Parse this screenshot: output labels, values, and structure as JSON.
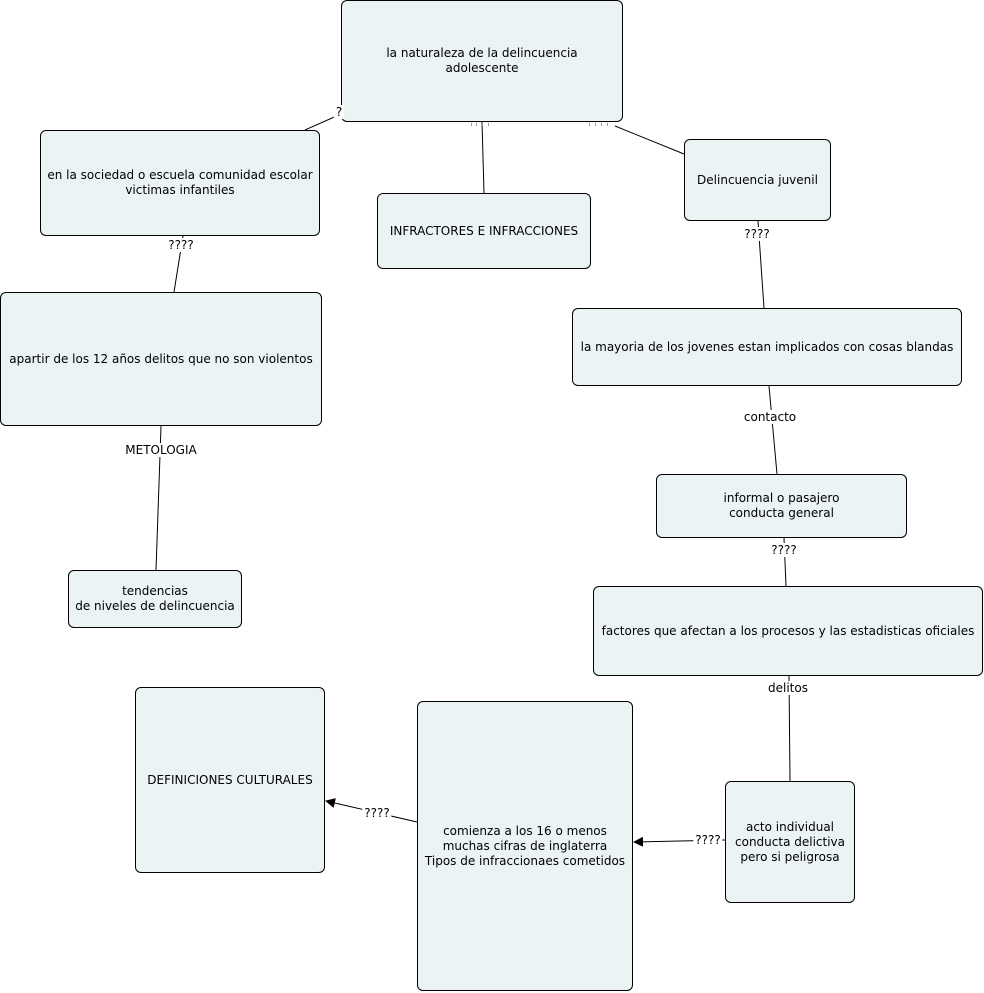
{
  "concept_map": {
    "nodes": {
      "root": "la naturaleza de la delincuencia adolescente",
      "society": "en la sociedad o escuela comunidad escolar\nvictimas infantiles",
      "infractores": "INFRACTORES E INFRACCIONES",
      "juvenil": "Delincuencia juvenil",
      "twelve_years": "apartir de los 12 años delitos que no son violentos",
      "mayoria": "la mayoria de los jovenes estan implicados con cosas blandas",
      "informal": "informal o pasajero\nconducta general",
      "tendencias": "tendencias\nde niveles de delincuencia",
      "factores": "factores que afectan a los procesos y las estadisticas oficiales",
      "definiciones": "DEFINICIONES CULTURALES",
      "comienza": "comienza a los 16 o menos\nmuchas cifras de inglaterra\nTipos de infraccionaes cometidos",
      "acto": "acto individual\nconducta delictiva\npero si peligrosa"
    },
    "link_labels": {
      "root_society": "?",
      "society_twelve": "????",
      "juvenil_mayoria": "????",
      "twelve_tendencias": "METOLOGIA",
      "mayoria_informal": "contacto",
      "informal_factores": "????",
      "factores_acto": "delitos",
      "comienza_definiciones": "????",
      "acto_comienza": "????"
    }
  }
}
